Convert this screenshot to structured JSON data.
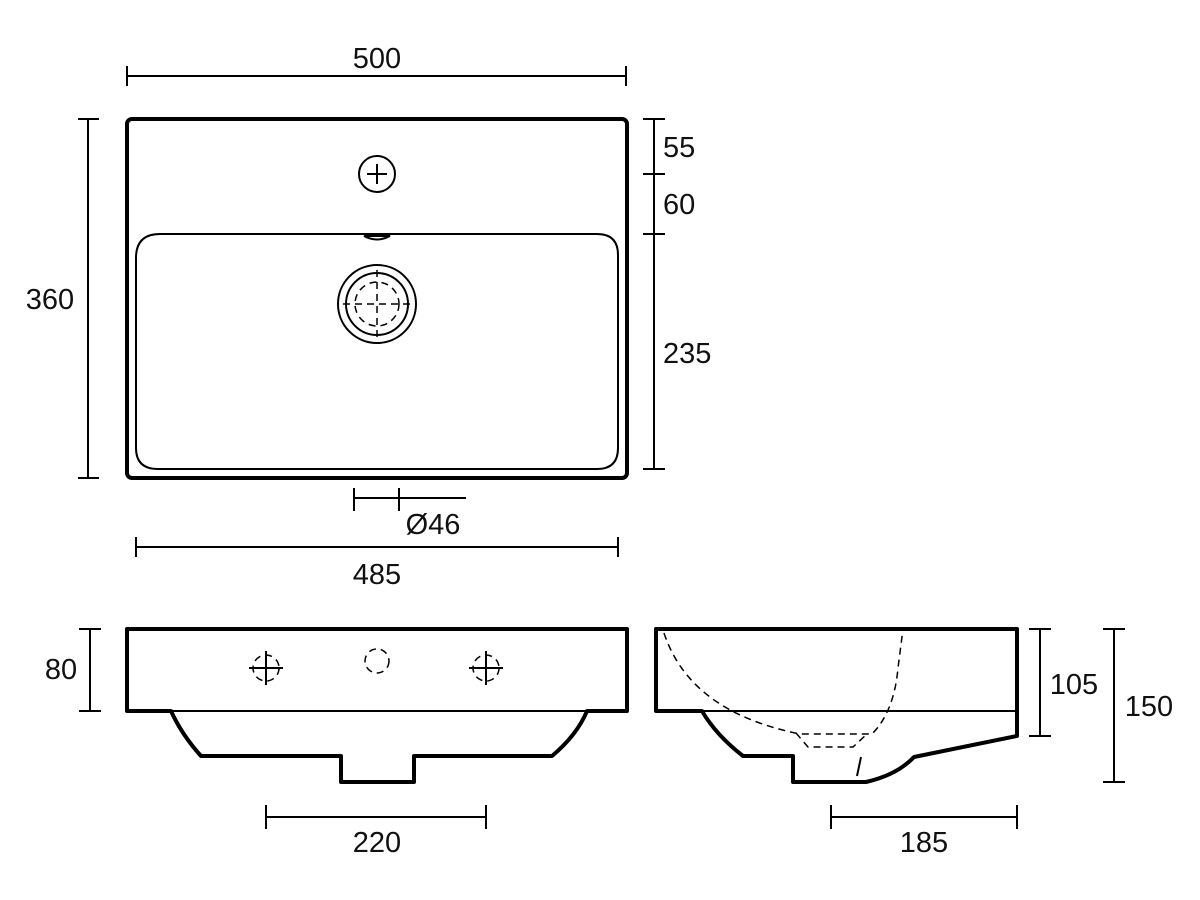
{
  "drawing": {
    "stroke_color": "#000000",
    "background": "#ffffff"
  },
  "dimensions": {
    "top_width": "500",
    "depth": "360",
    "tap_offset": "55",
    "tap_to_bowl": "60",
    "bowl_depth": "235",
    "waste_diameter": "Ø46",
    "bowl_width": "485",
    "front_height": "80",
    "overflow_height": "105",
    "total_height": "150",
    "waste_front_width": "220",
    "waste_side_width": "185"
  }
}
